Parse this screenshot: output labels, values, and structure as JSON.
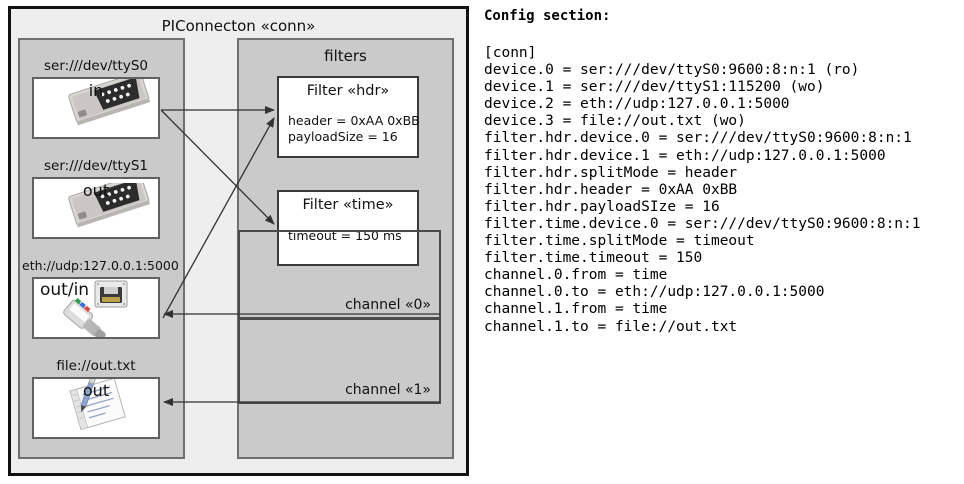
{
  "diagram": {
    "title": "PIConnecton «conn»",
    "devices_panel": {
      "devices": [
        {
          "caption": "ser:///dev/ttyS0",
          "label": "in",
          "icon": "serial-port-icon"
        },
        {
          "caption": "ser:///dev/ttyS1",
          "label": "out",
          "icon": "serial-port-icon"
        },
        {
          "caption": "eth://udp:127.0.0.1:5000",
          "label": "out/in",
          "icon": "network-plug-icon"
        },
        {
          "caption": "file://out.txt",
          "label": "out",
          "icon": "text-file-icon"
        }
      ]
    },
    "filters_panel": {
      "title": "filters",
      "filters": [
        {
          "title": "Filter «hdr»",
          "attrs": [
            "header = 0xAA 0xBB",
            "payloadSize = 16"
          ]
        },
        {
          "title": "Filter «time»",
          "attrs": [
            "timeout = 150 ms"
          ]
        }
      ],
      "channels": [
        {
          "label": "channel «0»"
        },
        {
          "label": "channel «1»"
        }
      ]
    },
    "colors": {
      "outer_fill": "#eeeeee",
      "panel_fill": "#cacaca",
      "box_fill": "#ffffff",
      "outline": "#111111",
      "arrow": "#333333"
    }
  },
  "config": {
    "heading": "Config section:",
    "lines": [
      "[conn]",
      "device.0 = ser:///dev/ttyS0:9600:8:n:1 (ro)",
      "device.1 = ser:///dev/ttyS1:115200 (wo)",
      "device.2 = eth://udp:127.0.0.1:5000",
      "device.3 = file://out.txt (wo)",
      "filter.hdr.device.0 = ser:///dev/ttyS0:9600:8:n:1",
      "filter.hdr.device.1 = eth://udp:127.0.0.1:5000",
      "filter.hdr.splitMode = header",
      "filter.hdr.header = 0xAA 0xBB",
      "filter.hdr.payloadSIze = 16",
      "filter.time.device.0 = ser:///dev/ttyS0:9600:8:n:1",
      "filter.time.splitMode = timeout",
      "filter.time.timeout = 150",
      "channel.0.from = time",
      "channel.0.to = eth://udp:127.0.0.1:5000",
      "channel.1.from = time",
      "channel.1.to = file://out.txt"
    ]
  }
}
